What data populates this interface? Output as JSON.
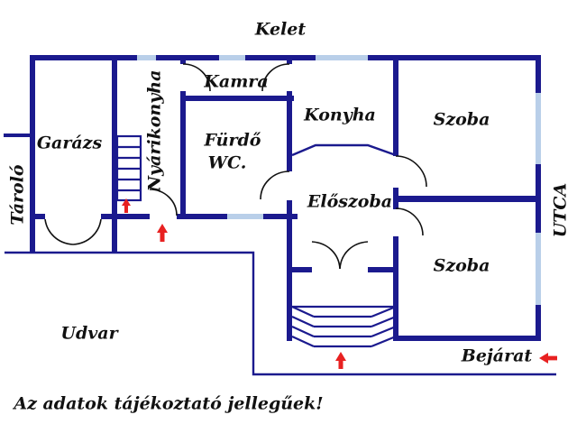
{
  "compass": {
    "east": "Kelet"
  },
  "rooms": {
    "storage": "Tároló",
    "garage": "Garázs",
    "summer_kitchen": "Nyárikonyha",
    "pantry": "Kamra",
    "bathroom_line1": "Fürdő",
    "bathroom_line2": "WC.",
    "kitchen": "Konyha",
    "room_north": "Szoba",
    "hallway": "Előszoba",
    "room_south": "Szoba"
  },
  "exterior": {
    "yard": "Udvar",
    "street": "UTCA",
    "entrance": "Bejárat"
  },
  "disclaimer": "Az adatok tájékoztató jellegűek!",
  "colors": {
    "wall": "#1b1a8e",
    "window": "#b9cfe9",
    "arrow": "#e82121",
    "door_arc": "#111111",
    "text": "#111111",
    "background": "#ffffff"
  }
}
